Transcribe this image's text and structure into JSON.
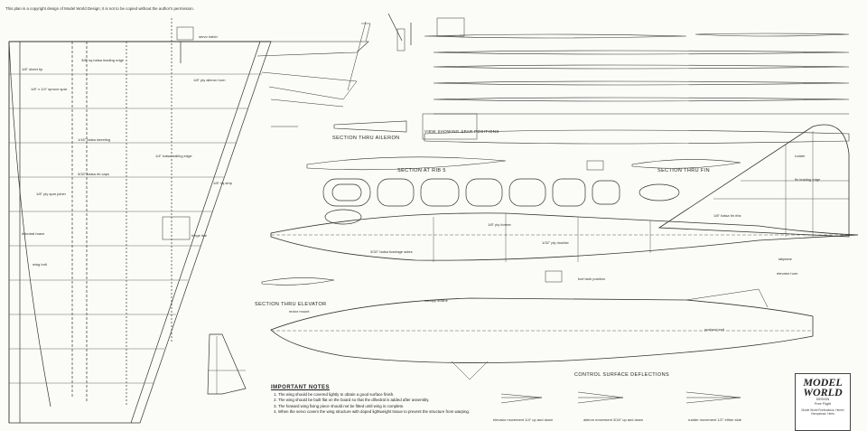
{
  "notice": "This plan is a copyright design of Model World Design; it is not to be copied without the author's permission.",
  "sections": {
    "aileron": "SECTION THRU AILERON",
    "ribs": "SECTION AT RIB 5",
    "fin": "SECTION THRU FIN",
    "elevator": "SECTION THRU ELEVATOR",
    "deflections": "CONTROL SURFACE DEFLECTIONS",
    "spar_view": "VIEW SHOWING SPAR POSITIONS"
  },
  "labels": {
    "wing_tip": "1/8\" sheet tip",
    "wing_le": "3/8\" sq balsa leading edge",
    "wing_spar": "1/8\" x 1/4\" spruce spar",
    "wing_sheet": "1/16\" balsa sheeting",
    "rib_cap": "3/32\" balsa rib caps",
    "trailing_edge": "1/4\" balsa trailing edge",
    "aileron_hinge": "1/8\" ply aileron horn",
    "servo_hatch": "servo hatch",
    "spar_joiner": "1/8\" ply spar joiner",
    "dihedral": "dihedral brace",
    "former": "1/8\" ply former",
    "fuselage_side": "3/32\" balsa fuselage sides",
    "ply_doubler": "1/32\" ply doubler",
    "fin_le": "fin leading edge",
    "tailplane": "tailplane",
    "wing_bolt": "wing bolt",
    "tank": "fuel tank position",
    "hinge_line": "hinge line",
    "elevator_horn": "elevator horn",
    "rudder": "rudder",
    "strip": "1/8\" sq strip",
    "canopy": "canopy outline",
    "motor": "motor mount",
    "pushrod": "pushrod exit",
    "fin_rib": "1/8\" balsa fin ribs"
  },
  "notes": {
    "title": "IMPORTANT NOTES",
    "items": [
      "The wing should be covered lightly to obtain a good surface finish.",
      "The wing should be built flat on the board so that the dihedral is added after assembly.",
      "The forward wing fixing piece should not be fitted until wing is complete.",
      "When the servo covers the wing structure with doped lightweight tissue to prevent the structure from warping."
    ]
  },
  "deflection_labels": {
    "elevator": "elevator movement 1/4\" up and down",
    "aileron": "aileron movement 3/16\" up and down",
    "rudder": "rudder movement 1/2\" either side"
  },
  "logo": {
    "line1": "MODEL",
    "line2": "WORLD",
    "sub1": "DESIGN",
    "sub2": "Free Flight",
    "addr": "Model World Publications, Hemel Hempstead, Herts"
  }
}
